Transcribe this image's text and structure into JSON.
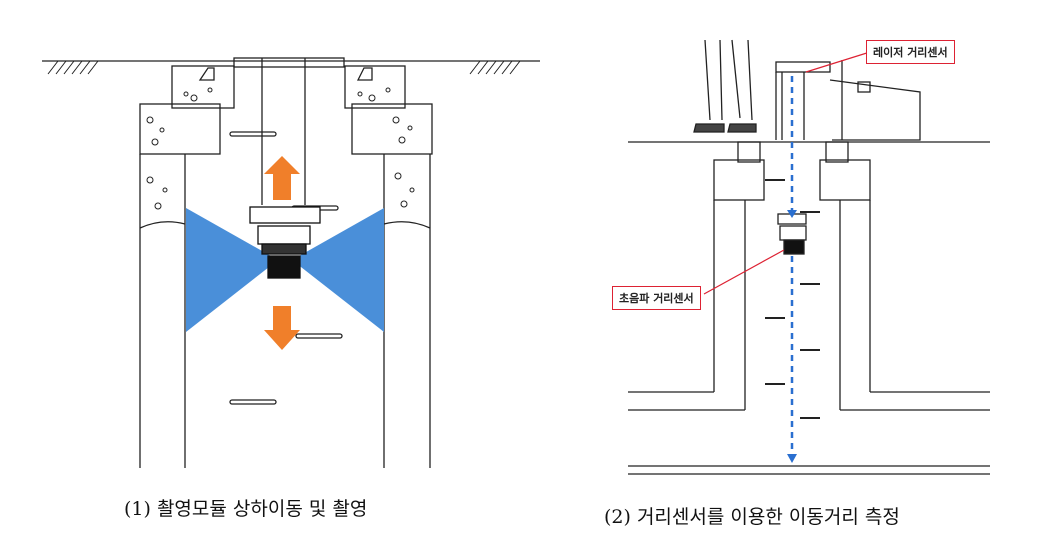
{
  "figure1": {
    "caption": "(1) 촬영모듈 상하이동 및 촬영"
  },
  "figure2": {
    "caption": "(2) 거리센서를 이용한 이동거리 측정",
    "laser_label": "레이저 거리센서",
    "ultrasonic_label": "초음파 거리센서"
  },
  "colors": {
    "arrow": "#f07f2a",
    "view_cone": "#4a8fd9",
    "measure_line": "#2a6fd0",
    "callout_border": "#dd2233"
  }
}
